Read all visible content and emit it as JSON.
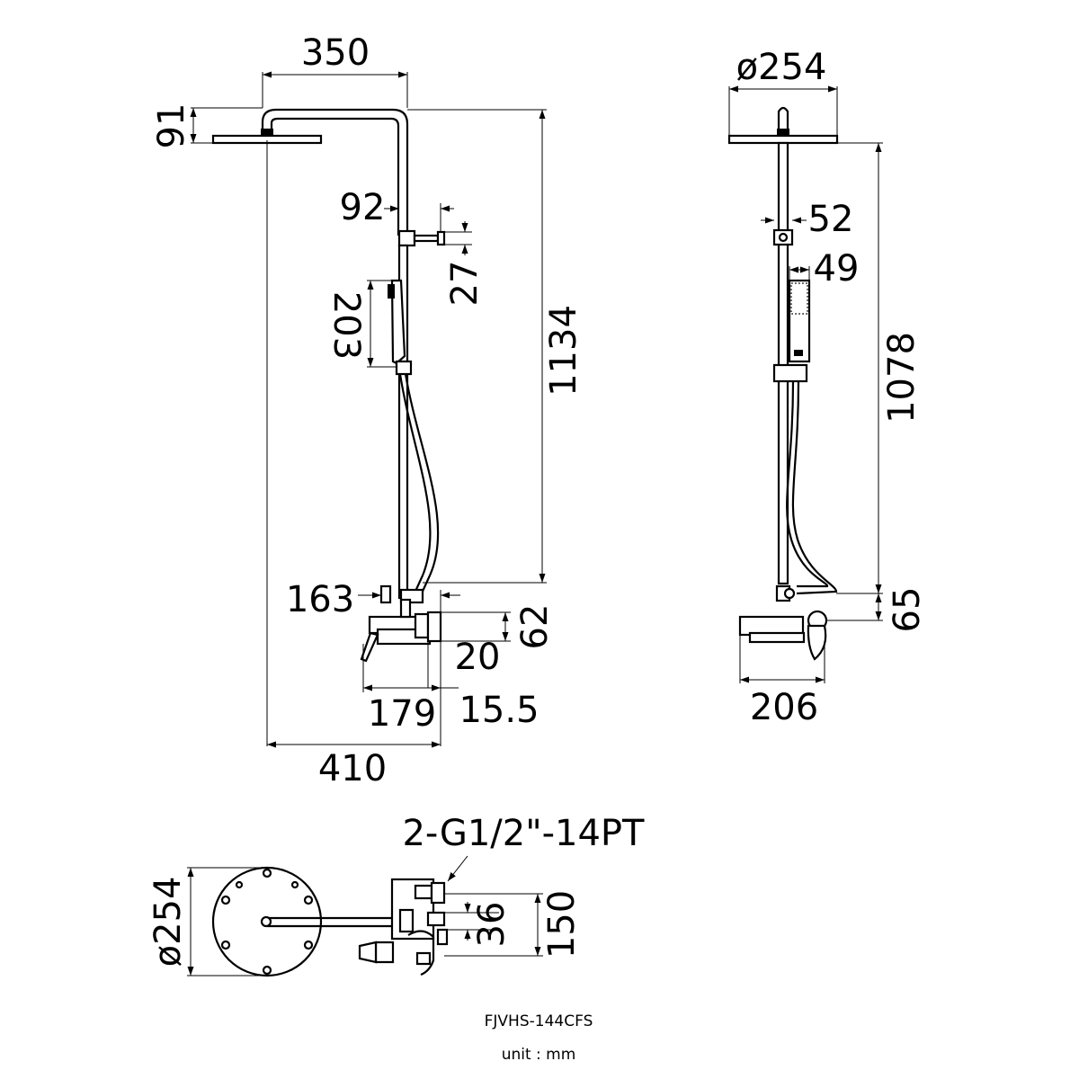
{
  "front_view": {
    "head_width": "350",
    "head_height": "91",
    "arm_reach": "92",
    "divertor_height": "27",
    "hand_shower_length": "203",
    "column_height": "1134",
    "mixer_spacing": "163",
    "mixer_height": "62",
    "wall_offset": "20",
    "mixer_depth": "179",
    "inlet_offset": "15.5",
    "total_projection": "410"
  },
  "side_view": {
    "head_diameter": "ø254",
    "holder_width": "52",
    "hand_shower_width": "49",
    "column_height": "1078",
    "base_offset": "65",
    "mixer_width": "206"
  },
  "top_view": {
    "head_diameter": "ø254",
    "thread_spec": "2-G1/2\"-14PT",
    "inlet_gap": "36",
    "inlet_span": "150"
  },
  "footer": {
    "model": "FJVHS-144CFS",
    "unit": "unit : mm"
  }
}
